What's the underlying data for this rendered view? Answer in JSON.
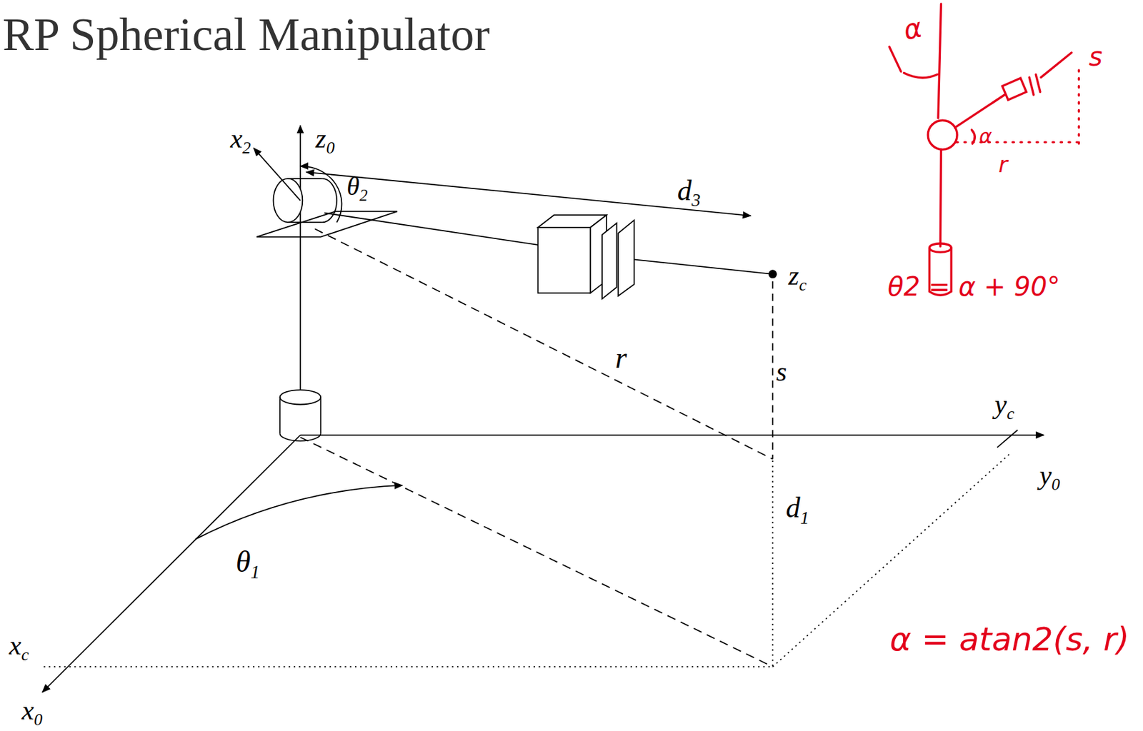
{
  "diagram": {
    "title": "RP Spherical Manipulator",
    "labels": [
      "x2",
      "z0",
      "θ2",
      "d3",
      "zc",
      "r",
      "s",
      "yc",
      "y0",
      "θ1",
      "d1",
      "xc",
      "x0",
      "α",
      "s",
      "α",
      "r",
      "θ2 = α + 90°",
      "α = atan2(s, r)"
    ]
  }
}
